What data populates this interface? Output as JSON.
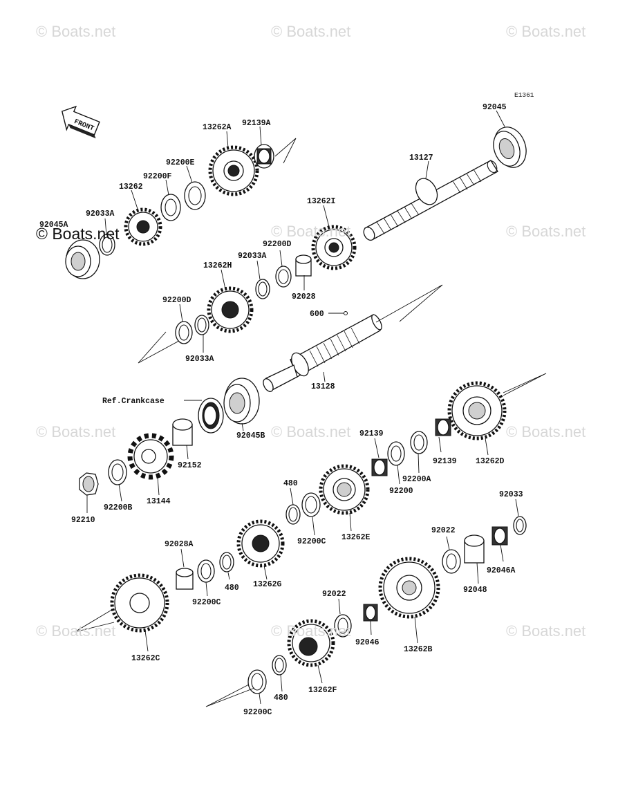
{
  "diagram_code": "E1361",
  "front_label": "FRONT",
  "ref_label": "Ref.Crankcase",
  "watermark": "© Boats.net",
  "watermark_dark": "© Boats.net",
  "labels": {
    "p13262A": "13262A",
    "p92139A": "92139A",
    "p92200E": "92200E",
    "p92200F": "92200F",
    "p13262": "13262",
    "p92033A_1": "92033A",
    "p92045A": "92045A",
    "p92045": "92045",
    "p13127": "13127",
    "p13262I": "13262I",
    "p92200D_1": "92200D",
    "p92033A_2": "92033A",
    "p13262H": "13262H",
    "p92028": "92028",
    "p92200D_2": "92200D",
    "p92033A_3": "92033A",
    "p600": "600",
    "p13128": "13128",
    "p92045B": "92045B",
    "p92152": "92152",
    "p13144": "13144",
    "p92200B": "92200B",
    "p92210": "92210",
    "p92139_1": "92139",
    "p92139_2": "92139",
    "p13262D": "13262D",
    "p92200A": "92200A",
    "p92200": "92200",
    "p480_1": "480",
    "p92200C_1": "92200C",
    "p13262E": "13262E",
    "p92028A": "92028A",
    "p92200C_2": "92200C",
    "p480_2": "480",
    "p13262G": "13262G",
    "p92033": "92033",
    "p92022_1": "92022",
    "p92048": "92048",
    "p92046A": "92046A",
    "p13262C": "13262C",
    "p92022_2": "92022",
    "p92046": "92046",
    "p13262B": "13262B",
    "p480_3": "480",
    "p13262F": "13262F",
    "p92200C_3": "92200C"
  }
}
